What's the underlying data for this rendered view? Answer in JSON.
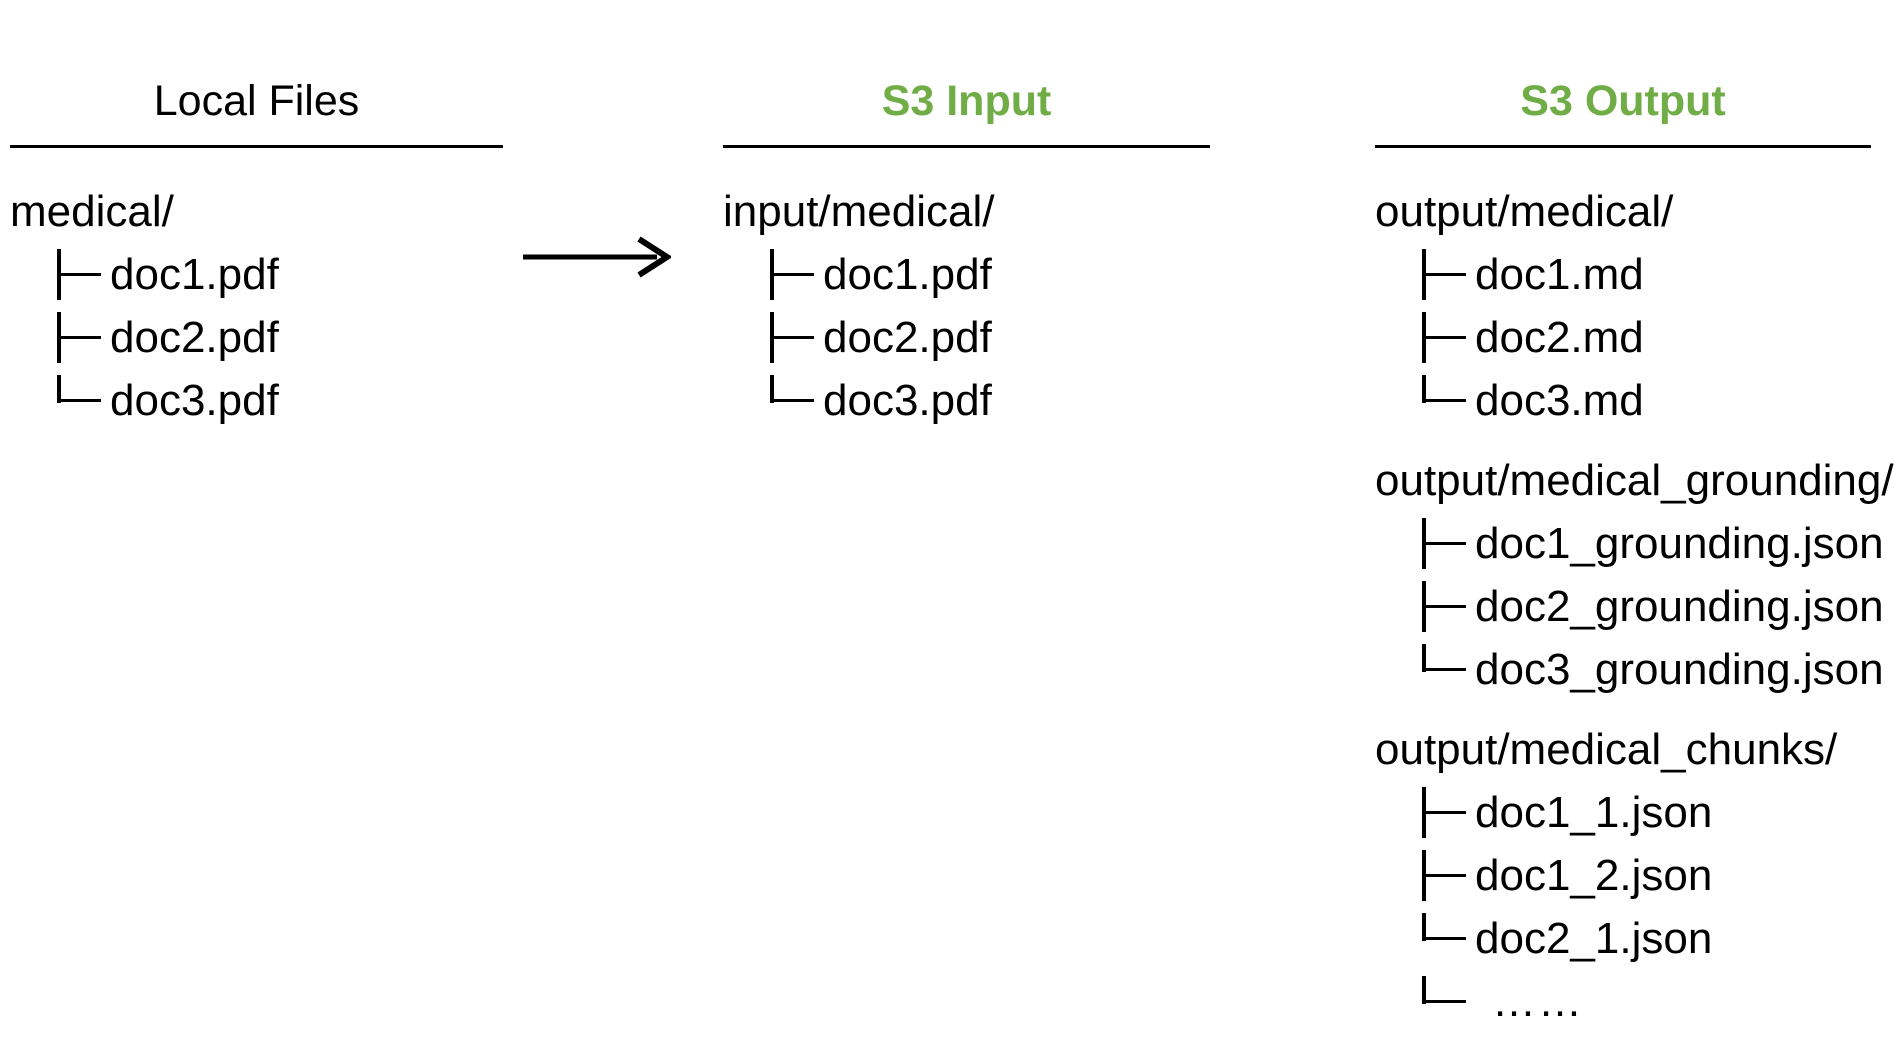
{
  "colors": {
    "accent_green": "#70AD47",
    "text": "#000000"
  },
  "arrow": {
    "icon": "right-arrow"
  },
  "columns": [
    {
      "title": "Local Files",
      "sections": [
        {
          "folder": "medical/",
          "files": [
            "doc1.pdf",
            "doc2.pdf",
            "doc3.pdf"
          ]
        }
      ]
    },
    {
      "title": "S3 Input",
      "sections": [
        {
          "folder": "input/medical/",
          "files": [
            "doc1.pdf",
            "doc2.pdf",
            "doc3.pdf"
          ]
        }
      ]
    },
    {
      "title": "S3 Output",
      "sections": [
        {
          "folder": "output/medical/",
          "files": [
            "doc1.md",
            "doc2.md",
            "doc3.md"
          ]
        },
        {
          "folder": "output/medical_grounding/",
          "files": [
            "doc1_grounding.json",
            "doc2_grounding.json",
            "doc3_grounding.json"
          ]
        },
        {
          "folder": "output/medical_chunks/",
          "files": [
            "doc1_1.json",
            "doc1_2.json",
            "doc2_1.json",
            "……"
          ]
        }
      ]
    }
  ]
}
